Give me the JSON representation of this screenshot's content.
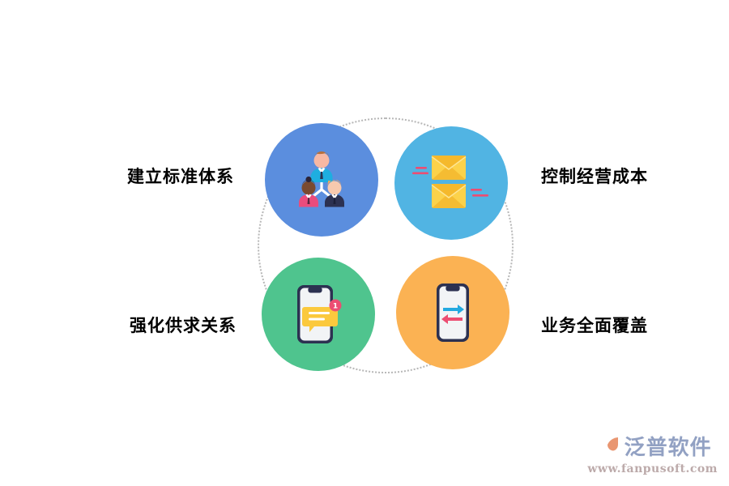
{
  "diagram": {
    "title_visible": false,
    "ring": {
      "style": "dotted",
      "color": "#b7b7b7"
    },
    "nodes": [
      {
        "id": "standards",
        "label": "建立标准体系",
        "label_position": "left",
        "circle_color": "#5b8ede",
        "icon": "team-people-icon",
        "icon_description": "three people connected in an org chart"
      },
      {
        "id": "cost",
        "label": "控制经营成本",
        "label_position": "right",
        "circle_color": "#51b4e3",
        "icon": "envelopes-icon",
        "icon_description": "two yellow envelopes with motion lines"
      },
      {
        "id": "supply",
        "label": "强化供求关系",
        "label_position": "left",
        "circle_color": "#4fc48e",
        "icon": "phone-message-icon",
        "icon_description": "smartphone with chat bubble and notification badge",
        "badge_count": "1"
      },
      {
        "id": "coverage",
        "label": "业务全面覆盖",
        "label_position": "right",
        "circle_color": "#fbb253",
        "icon": "phone-transfer-icon",
        "icon_description": "smartphone with two-way transfer arrows"
      }
    ]
  },
  "watermark": {
    "brand": "泛普软件",
    "url": "www.fanpusoft.com",
    "logo_icon": "fanpu-logo-icon",
    "brand_color": "#8d9dc0",
    "accent_color": "#e8916a"
  }
}
